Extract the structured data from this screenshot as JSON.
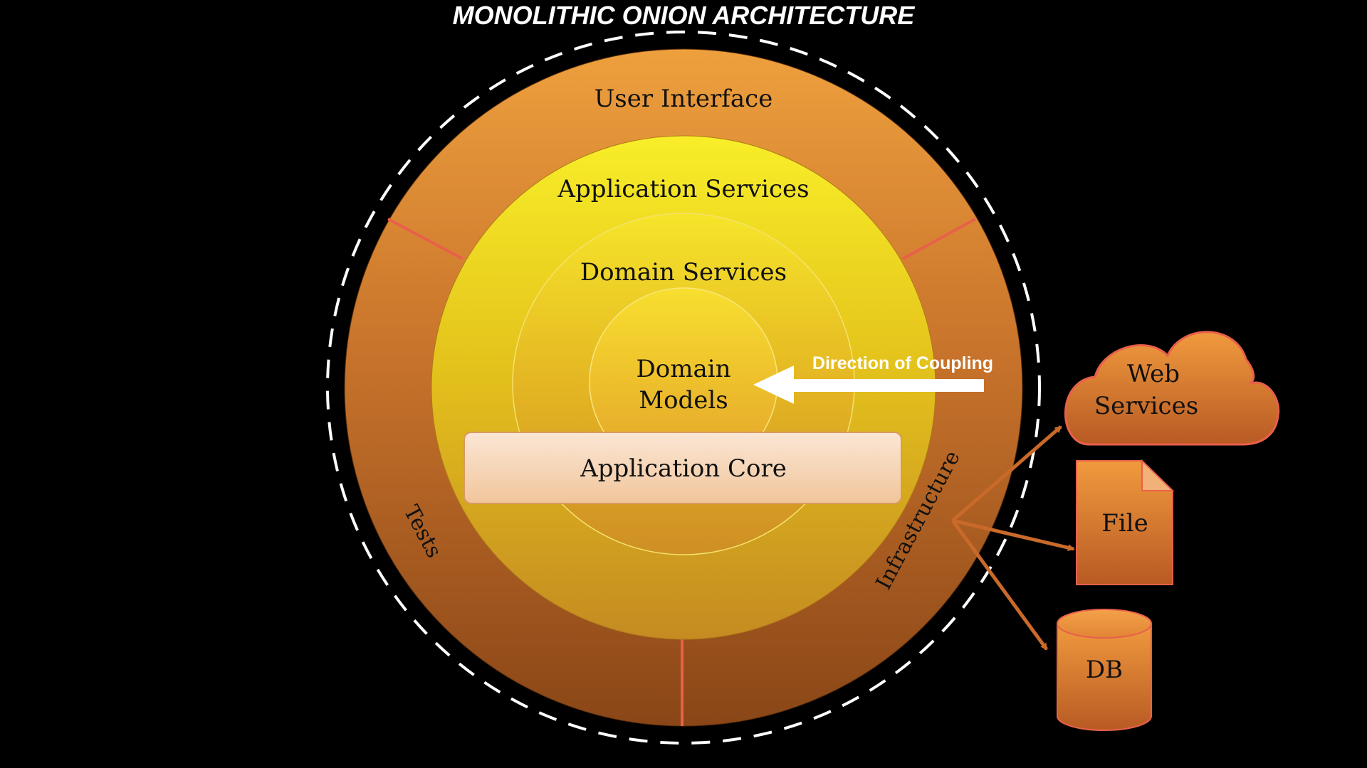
{
  "title": "MONOLITHIC ONION ARCHITECTURE",
  "layers": {
    "user_interface": "User Interface",
    "application_services": "Application Services",
    "domain_services": "Domain Services",
    "domain_models_line1": "Domain",
    "domain_models_line2": "Models",
    "tests": "Tests",
    "infrastructure": "Infrastructure"
  },
  "application_core": "Application Core",
  "coupling_label": "Direction of Coupling",
  "external": {
    "web_services_line1": "Web",
    "web_services_line2": "Services",
    "file": "File",
    "db": "DB"
  },
  "colors": {
    "background": "#000000",
    "outer_ring": "#d7812f",
    "yellow_ring": "#ebd21c",
    "separator": "#e8604a",
    "arrow": "#c96a2a",
    "coupling_arrow": "#ffffff"
  }
}
